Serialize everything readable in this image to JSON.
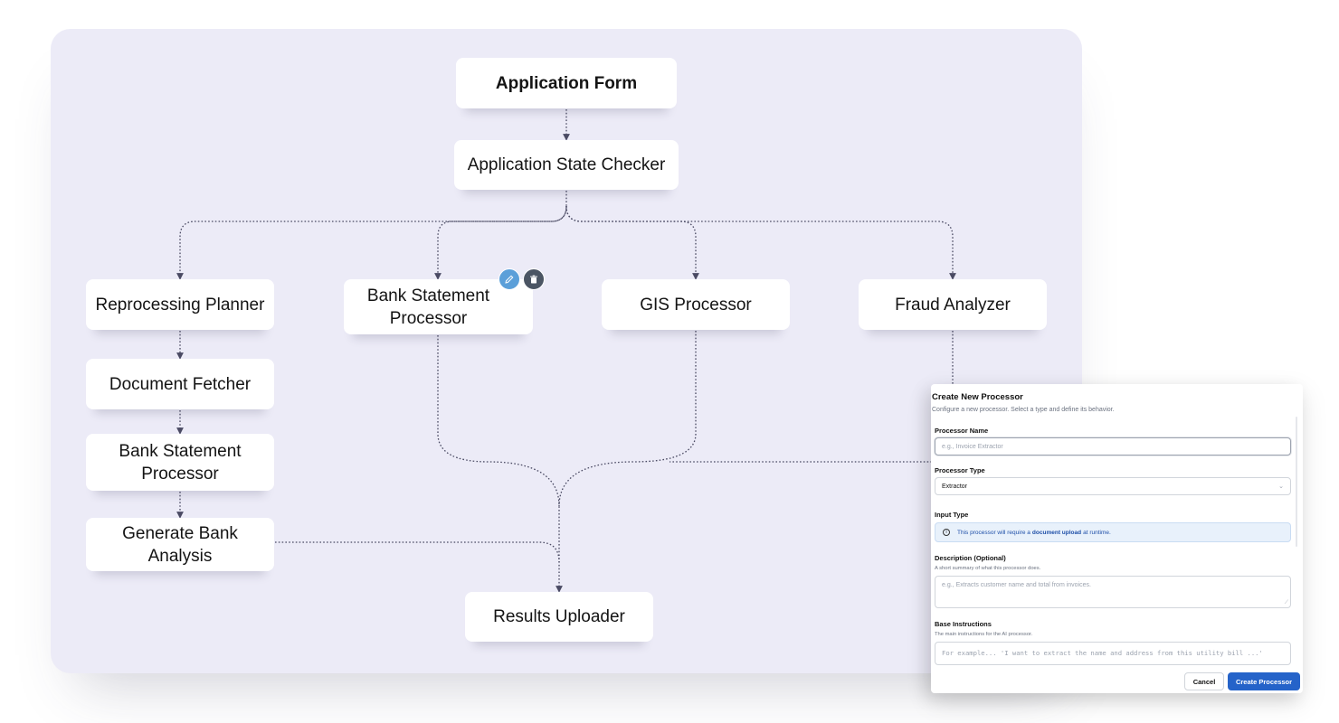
{
  "workflow": {
    "nodes": {
      "application_form": "Application Form",
      "state_checker": "Application State Checker",
      "reprocessing_planner": "Reprocessing Planner",
      "bank_statement_processor": "Bank Statement Processor",
      "gis_processor": "GIS Processor",
      "fraud_analyzer": "Fraud Analyzer",
      "document_fetcher": "Document Fetcher",
      "bank_statement_processor_2": "Bank Statement Processor",
      "generate_bank_analysis": "Generate Bank Analysis",
      "results_uploader": "Results Uploader"
    },
    "icons": {
      "edit": "pencil-icon",
      "delete": "trash-icon"
    },
    "colors": {
      "canvas": "#ecebf7",
      "edit": "#5b9fd9",
      "delete": "#4b5563",
      "edge": "#4a4a63"
    }
  },
  "dialog": {
    "title": "Create New Processor",
    "subtitle": "Configure a new processor. Select a type and define its behavior.",
    "name_label": "Processor Name",
    "name_placeholder": "e.g., Invoice Extractor",
    "type_label": "Processor Type",
    "type_value": "Extractor",
    "input_type_label": "Input Type",
    "info_prefix": "This processor will require a",
    "info_bold": "document upload",
    "info_suffix": "at runtime.",
    "description_label": "Description (Optional)",
    "description_help": "A short summary of what this processor does.",
    "description_placeholder": "e.g., Extracts customer name and total from invoices.",
    "instructions_label": "Base Instructions",
    "instructions_help": "The main instructions for the AI processor.",
    "instructions_placeholder": "For example... 'I want to extract the name and address from this utility bill ...'",
    "cancel_label": "Cancel",
    "create_label": "Create Processor",
    "primary_color": "#2563c9"
  }
}
